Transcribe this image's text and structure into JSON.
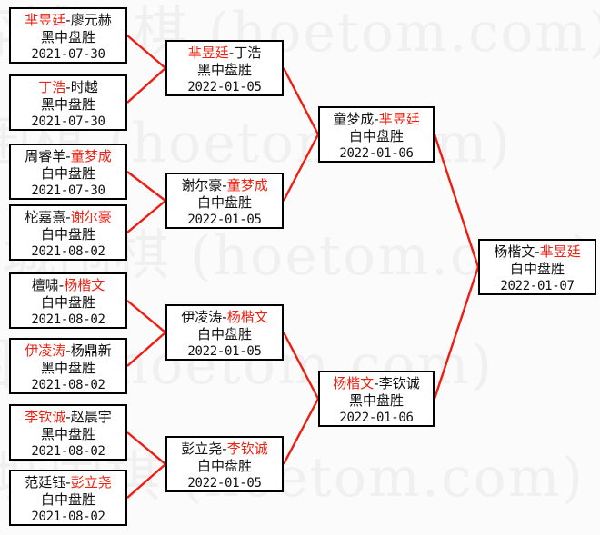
{
  "meta": {
    "watermark_text": "弈城围棋 (hoetom.com)",
    "line_color": "#ee1c11",
    "winner_color": "#ee2211",
    "box_border_color": "#000000",
    "background_color": "#fbfbfb",
    "separator": "-"
  },
  "rounds": [
    {
      "name": "round-of-16",
      "matches": [
        {
          "left": "芈昱廷",
          "right": "廖元赫",
          "winner_side": "left",
          "result": "黑中盘胜",
          "date": "2021-07-30"
        },
        {
          "left": "丁浩",
          "right": "时越",
          "winner_side": "left",
          "result": "黑中盘胜",
          "date": "2021-07-30"
        },
        {
          "left": "周睿羊",
          "right": "童梦成",
          "winner_side": "right",
          "result": "白中盘胜",
          "date": "2021-07-30"
        },
        {
          "left": "柁嘉熹",
          "right": "谢尔豪",
          "winner_side": "right",
          "result": "白中盘胜",
          "date": "2021-08-02"
        },
        {
          "left": "檀啸",
          "right": "杨楷文",
          "winner_side": "right",
          "result": "白中盘胜",
          "date": "2021-08-02"
        },
        {
          "left": "伊凌涛",
          "right": "杨鼎新",
          "winner_side": "left",
          "result": "黑中盘胜",
          "date": "2021-08-02"
        },
        {
          "left": "李钦诚",
          "right": "赵晨宇",
          "winner_side": "left",
          "result": "黑中盘胜",
          "date": "2021-08-02"
        },
        {
          "left": "范廷钰",
          "right": "彭立尧",
          "winner_side": "right",
          "result": "白中盘胜",
          "date": "2021-08-02"
        }
      ]
    },
    {
      "name": "quarter-finals",
      "matches": [
        {
          "left": "芈昱廷",
          "right": "丁浩",
          "winner_side": "left",
          "result": "黑中盘胜",
          "date": "2022-01-05"
        },
        {
          "left": "谢尔豪",
          "right": "童梦成",
          "winner_side": "right",
          "result": "白中盘胜",
          "date": "2022-01-05"
        },
        {
          "left": "伊凌涛",
          "right": "杨楷文",
          "winner_side": "right",
          "result": "白中盘胜",
          "date": "2022-01-05"
        },
        {
          "left": "彭立尧",
          "right": "李钦诚",
          "winner_side": "right",
          "result": "白中盘胜",
          "date": "2022-01-05"
        }
      ]
    },
    {
      "name": "semi-finals",
      "matches": [
        {
          "left": "童梦成",
          "right": "芈昱廷",
          "winner_side": "right",
          "result": "白中盘胜",
          "date": "2022-01-06"
        },
        {
          "left": "杨楷文",
          "right": "李钦诚",
          "winner_side": "left",
          "result": "黑中盘胜",
          "date": "2022-01-06"
        }
      ]
    },
    {
      "name": "final",
      "matches": [
        {
          "left": "杨楷文",
          "right": "芈昱廷",
          "winner_side": "right",
          "result": "白中盘胜",
          "date": "2022-01-07"
        }
      ]
    }
  ]
}
